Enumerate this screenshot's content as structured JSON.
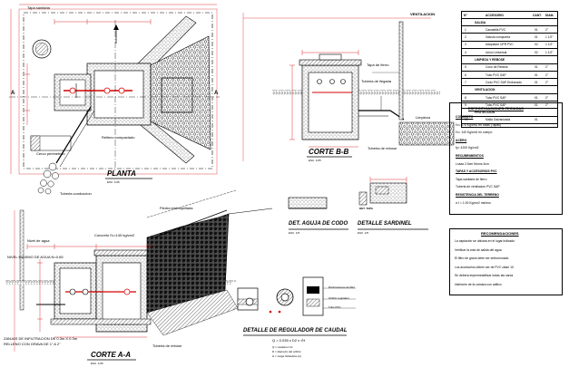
{
  "colors": {
    "line": "#000000",
    "accent": "#d60000",
    "dim": "#d60000",
    "fill_stone": "#555555"
  },
  "planta": {
    "title": "PLANTA",
    "scale": "ESC. 1/25",
    "label_tapa": "Tapa sanitaria",
    "label_tuberia": "Tuberia conduccion",
    "label_cerco": "Cerco perimetrico",
    "label_a": "A",
    "label_b": "B",
    "label_relleno": "Relleno compactado"
  },
  "corte_bb": {
    "title": "CORTE B-B",
    "scale": "ESC. 1/25",
    "label_tapa": "Tapa de fierro",
    "label_tuberia": "Tuberia de llegada",
    "label_rebose": "Tuberia de rebose",
    "label_limpieza": "Limpieza",
    "label_ventilacion": "VENTILACION"
  },
  "corte_aa": {
    "title": "CORTE A-A",
    "scale": "ESC. 1/25",
    "label_piedras": "Piedra emboquillada",
    "label_concreto": "Concreto f'c=140 kg/cm2",
    "label_nivel": "Nivel de agua",
    "label_malla": "Malla de filtro",
    "label_rebose": "Tuberia de rebose",
    "note_top": "NIVEL MAXIMO DE AGUA N=0.65",
    "note_bottom_1": "ZANJAS DE INFILTRACION DE 0.3m X 0.3m",
    "note_bottom_2": "RELLENO CON GRAVA DE 1\" A 2\""
  },
  "detalle_aguja": {
    "title": "DET. AGUJA DE CODO",
    "scale": "ESC. 1/5"
  },
  "detalle_sardinel": {
    "title": "DETALLE SARDINEL",
    "scale": "ESC. 1/5",
    "sub_title": "DET. TAPA"
  },
  "detalle_regulador": {
    "title": "DETALLE DE REGULADOR DE CAUDAL",
    "formula": "Q = 0.035 x D2 x √H",
    "legend": [
      "Q = caudal en l/s",
      "D = diametro del orificio",
      "H = carga hidraulica (m)"
    ],
    "label_pared": "Perforaciones de filtro",
    "label_orificio": "Orificio regulador",
    "label_tubo": "Tubo PVC"
  },
  "table": {
    "headers": [
      "N°",
      "ACCESORIO",
      "CANT.",
      "DIAM."
    ],
    "rows": [
      [
        "",
        "SALIDA",
        "",
        ""
      ],
      [
        "1",
        "Canastilla PVC",
        "01",
        "2\""
      ],
      [
        "2",
        "Valvula compuerta",
        "01",
        "1 1/2\""
      ],
      [
        "3",
        "Adaptador UPR PVC",
        "02",
        "1 1/2\""
      ],
      [
        "4",
        "Union Universal",
        "02",
        "1 1/2\""
      ],
      [
        "",
        "LIMPIEZA Y REBOSE",
        "",
        ""
      ],
      [
        "5",
        "Cono de Rebose",
        "01",
        "2\""
      ],
      [
        "6",
        "Tubo PVC SAP",
        "01",
        "2\""
      ],
      [
        "7",
        "Codo PVC SAP Embonado",
        "01",
        "2\""
      ],
      [
        "",
        "VENTILACION",
        "",
        ""
      ],
      [
        "8",
        "Tubo PVC SAP",
        "01",
        "2\""
      ],
      [
        "9",
        "Tubo PVC SAP",
        "01",
        "2\""
      ],
      [
        "",
        "PROTECCION",
        "",
        ""
      ],
      [
        "10",
        "Malla Galvanizada",
        "01",
        ""
      ]
    ]
  },
  "specs": {
    "title": "ESPECIFICACIONES TECNICAS",
    "lines": [
      "CONCRETO",
      "f'c= 175 Kg/cm2 en losas (Tapas)",
      "f'c= 140 Kg/cm2 en cuerpo",
      "ACERO",
      "fy= 4200 Kg/cm2",
      "RECUBRIMIENTOS",
      "Losas 2.5cm  Muros 4cm",
      "TAPAS Y ACCESORIOS PVC",
      "Tapa sanitaria de fierro",
      "Tuberia de ventilacion PVC SAP",
      "RESISTENCIA DEL TERRENO",
      "σ t = 1.00 Kg/cm2 minimo"
    ]
  },
  "recomendaciones": {
    "title": "RECOMENDACIONES",
    "lines": [
      "La captacion se ubicara en el lugar indicado",
      "Verificar la cota de salida del agua",
      "El filtro de grava debe ser seleccionado",
      "Los accesorios deben ser de PVC clase 10",
      "Se debera impermeabilizar todas las caras",
      "interiores de la camara con aditivo"
    ]
  }
}
